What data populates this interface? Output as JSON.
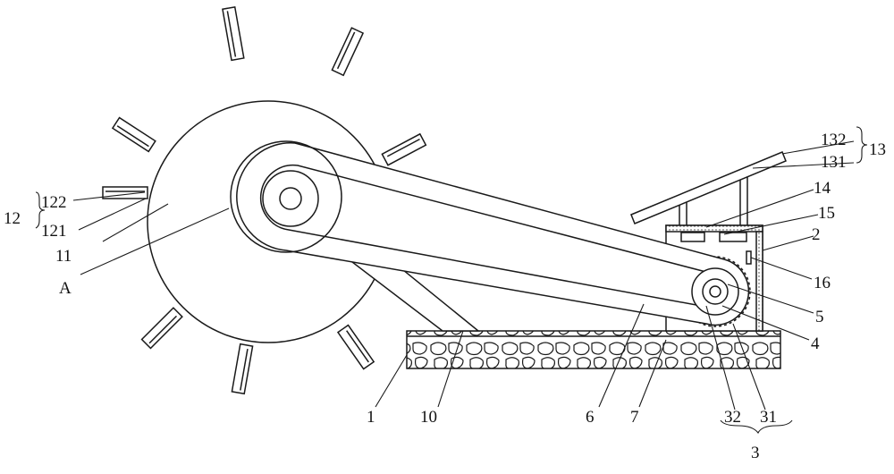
{
  "labels": {
    "l1": "1",
    "l2": "2",
    "l3": "3",
    "l4": "4",
    "l5": "5",
    "l6": "6",
    "l7": "7",
    "l10": "10",
    "l11": "11",
    "l12": "12",
    "l121": "121",
    "l122": "122",
    "l13": "13",
    "l131": "131",
    "l132": "132",
    "l14": "14",
    "l15": "15",
    "l16": "16",
    "l31": "31",
    "l32": "32",
    "lA": "A"
  },
  "colors": {
    "stroke": "#1a1a1a",
    "background": "#ffffff",
    "fill": "#ffffff"
  },
  "icons": {
    "wheel": "spiked-wheel",
    "base": "stone-hatched-base-plate"
  }
}
